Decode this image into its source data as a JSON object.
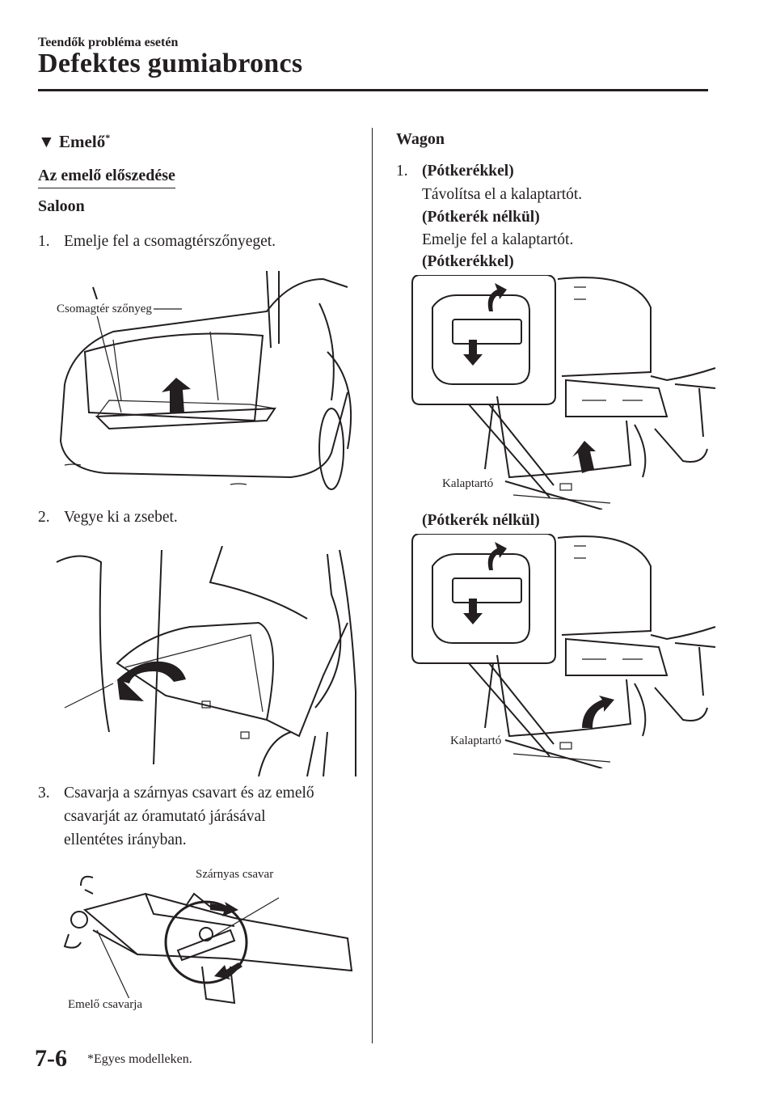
{
  "header": {
    "breadcrumb": "Teendők probléma esetén",
    "title": "Defektes gumiabroncs"
  },
  "left": {
    "section_marker": "▼",
    "section_title": "Emelő",
    "section_asterisk": "*",
    "subsection": "Az emelő előszedése",
    "variant": "Saloon",
    "steps": [
      {
        "num": "1.",
        "lines": [
          "Emelje fel a csomagtérszőnyeget."
        ]
      },
      {
        "num": "2.",
        "lines": [
          "Vegye ki a zsebet."
        ]
      },
      {
        "num": "3.",
        "lines": [
          "Csavarja a szárnyas csavart és az emelő",
          "csavarját az óramutató járásával",
          "ellentétes irányban."
        ]
      }
    ],
    "labels": {
      "trunk_mat": "Csomagtér szőnyeg",
      "wing_bolt": "Szárnyas csavar",
      "jack_screw": "Emelő csavarja"
    }
  },
  "right": {
    "variant": "Wagon",
    "step_num": "1.",
    "lines": [
      "(Pótkerékkel)",
      "Távolítsa el a kalaptartót.",
      "(Pótkerék nélkül)",
      "Emelje fel a kalaptartót.",
      "(Pótkerékkel)"
    ],
    "caption_no_spare": "(Pótkerék nélkül)",
    "labels": {
      "tonneau_1": "Kalaptartó",
      "tonneau_2": "Kalaptartó"
    }
  },
  "footer": {
    "page_number": "7-6",
    "footnote": "*Egyes modelleken."
  }
}
